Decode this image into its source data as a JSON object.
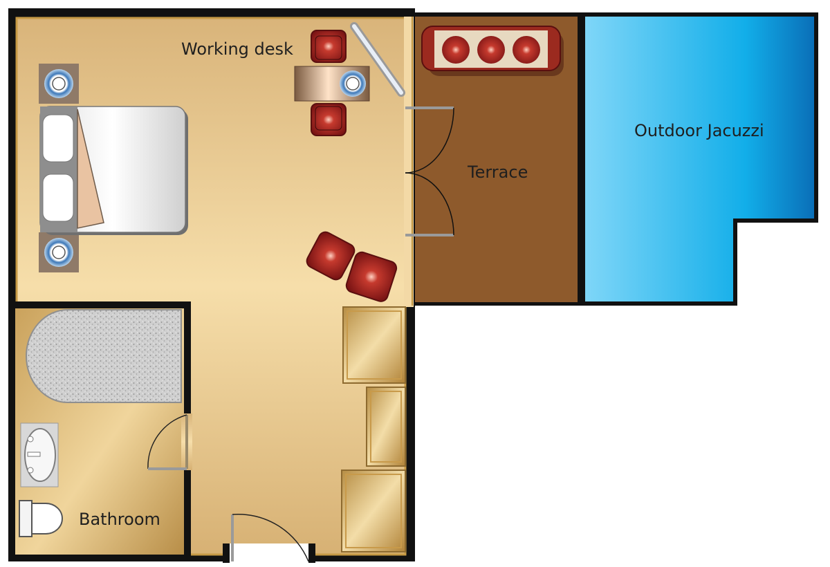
{
  "labels": {
    "working_desk": "Working desk",
    "terrace": "Terrace",
    "outdoor_jacuzzi": "Outdoor Jacuzzi",
    "bathroom": "Bathroom"
  },
  "colors": {
    "wall": "#111111",
    "room_floor": "#f3d9a6",
    "terrace_floor": "#8e5a2c",
    "jacuzzi_water": "#1fb6f0",
    "chair_red": "#8e1b1b",
    "bed_white": "#f2f2f2",
    "bathtub_gray": "#c9c9c9",
    "wardrobe_gold": "#d8b26a"
  },
  "icons": {
    "bed": "bed-icon",
    "nightstand_lamp": "lamp-icon",
    "desk": "desk-icon",
    "chair": "armchair-icon",
    "sofa": "sofa-icon",
    "bathtub": "bathtub-icon",
    "sink": "sink-icon",
    "toilet": "toilet-icon",
    "wardrobe": "wardrobe-icon",
    "door": "door-swing-icon"
  }
}
